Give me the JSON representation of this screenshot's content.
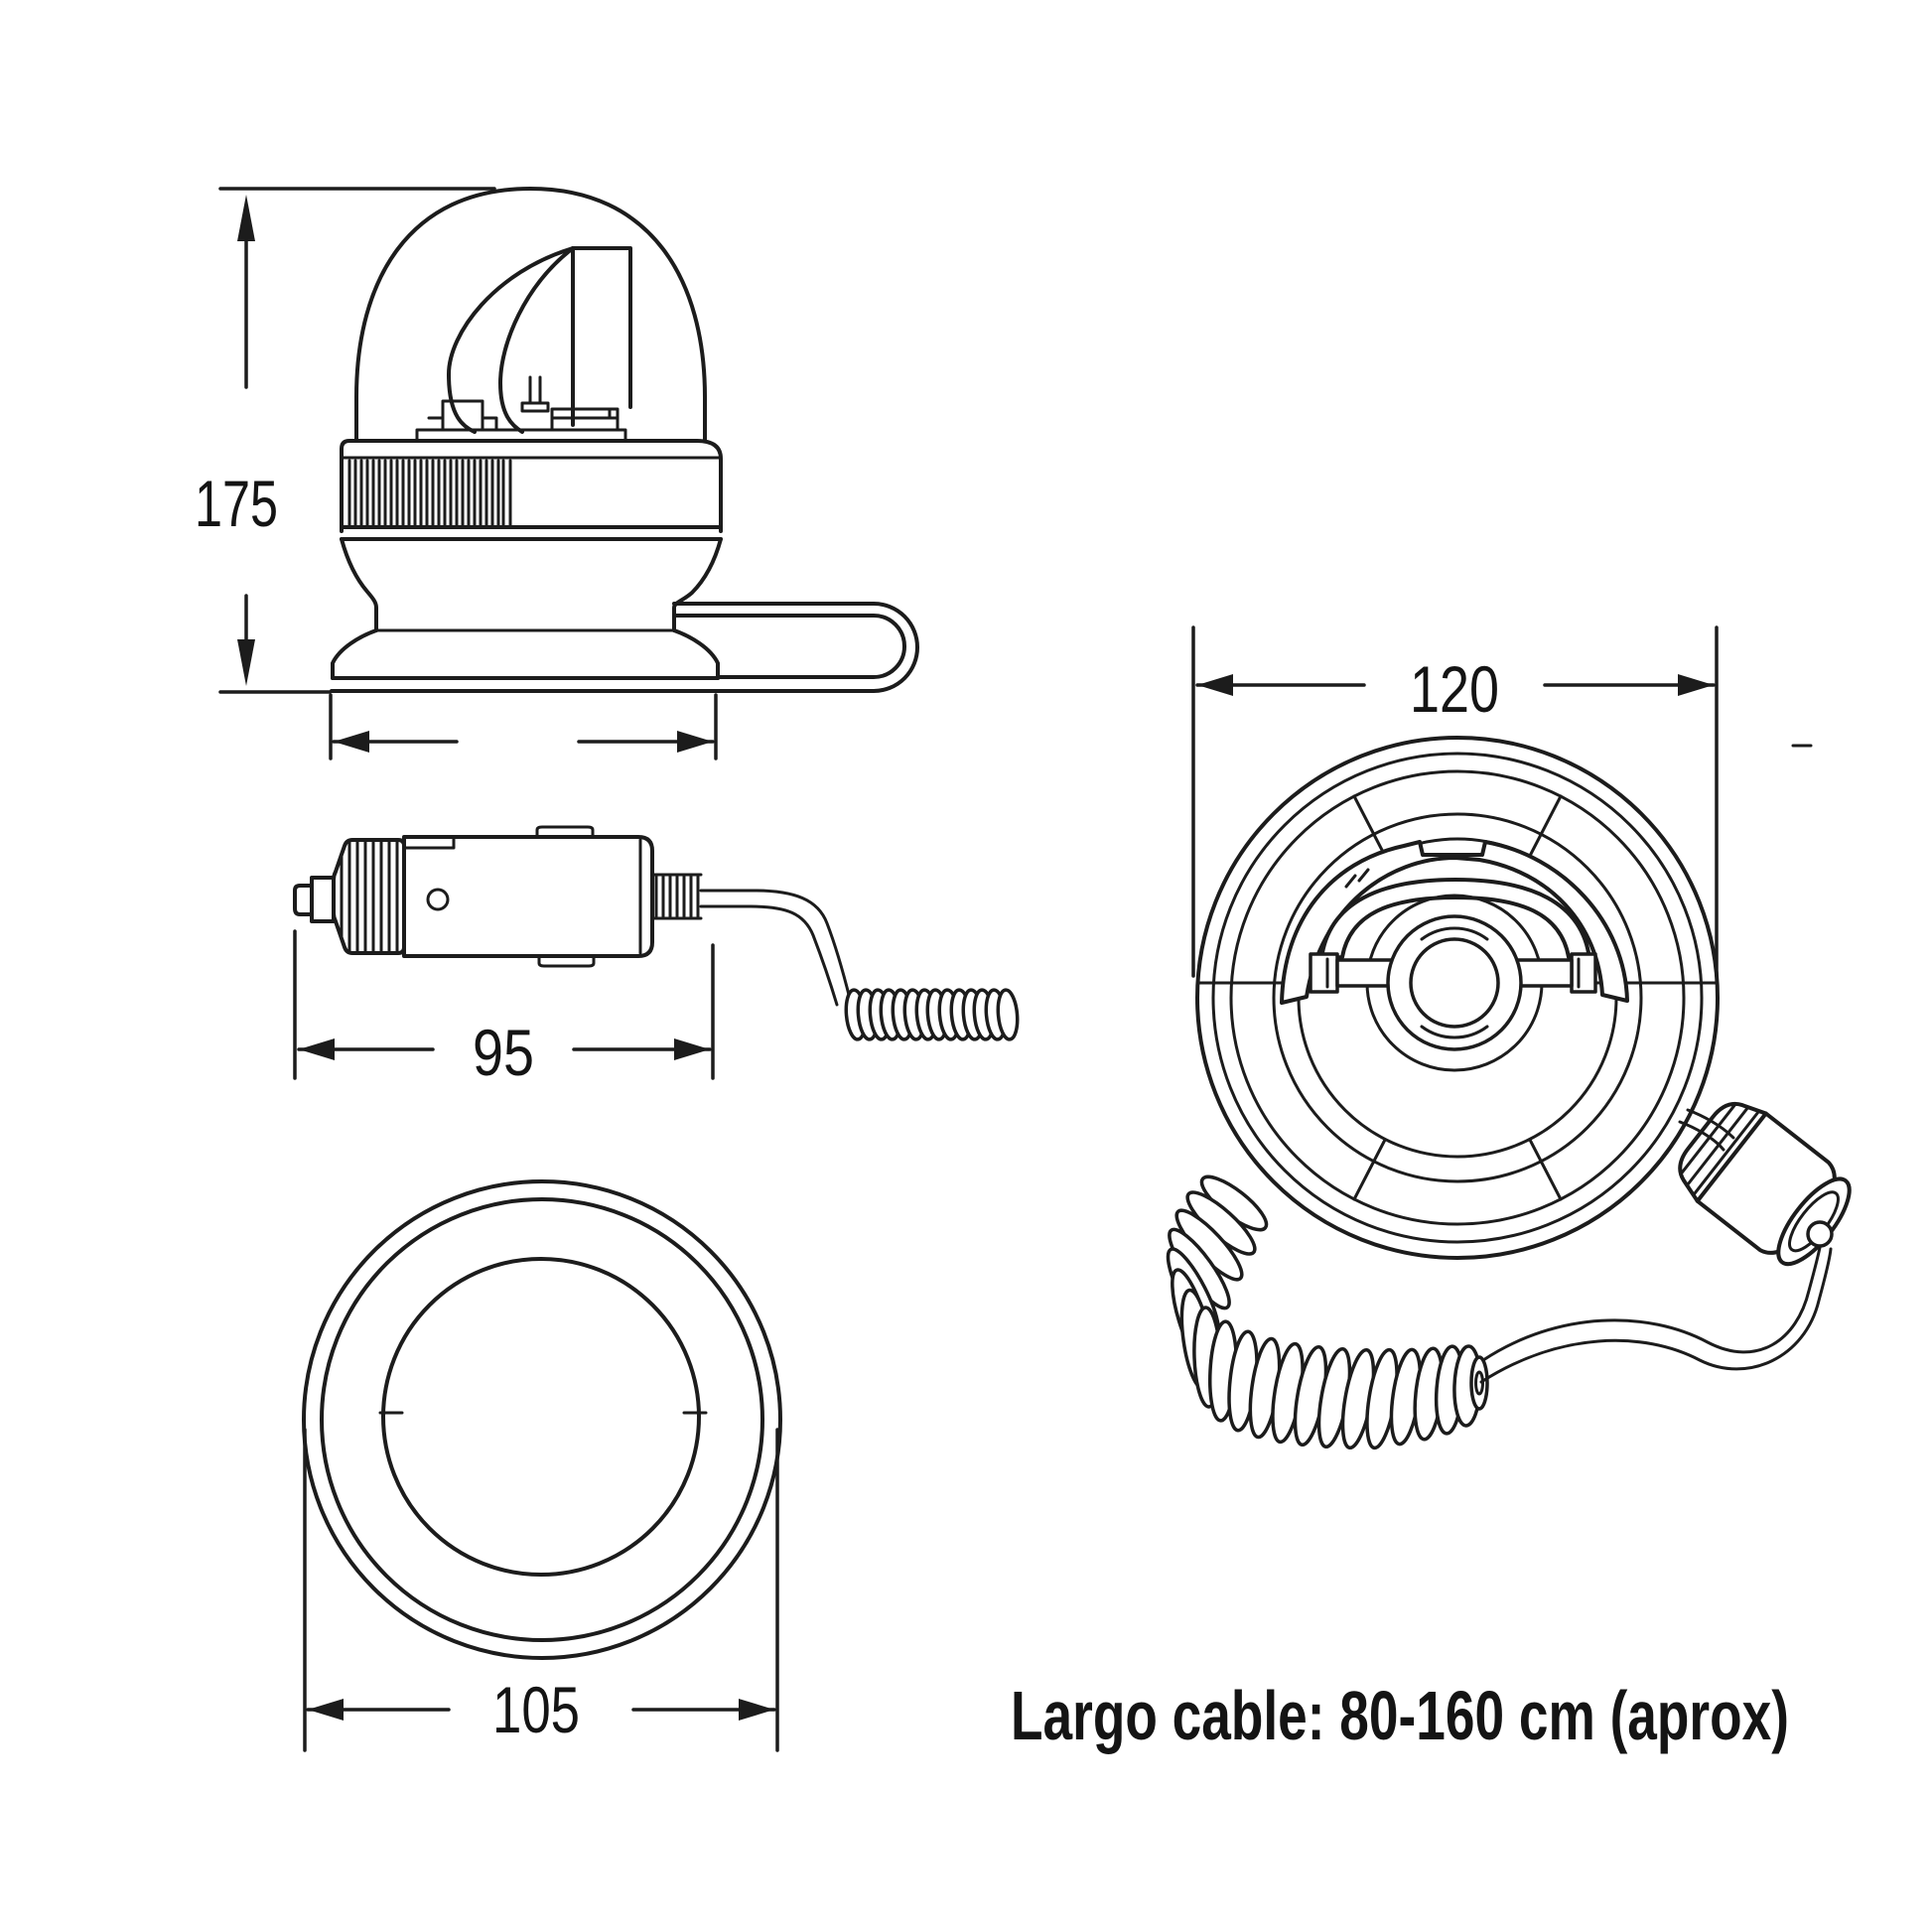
{
  "dimensions": {
    "height": "175",
    "plug_length": "95",
    "base_diameter": "105",
    "body_diameter": "120"
  },
  "note": {
    "text": "Largo cable: 80-160 cm (aprox)"
  },
  "colors": {
    "line": "#1c1c1c",
    "background": "#ffffff"
  },
  "views": {
    "side": "beacon side elevation",
    "plug": "cigarette lighter plug",
    "bottom": "beacon top/bottom circular view",
    "base": "magnetic base bottom view with coiled cable"
  }
}
